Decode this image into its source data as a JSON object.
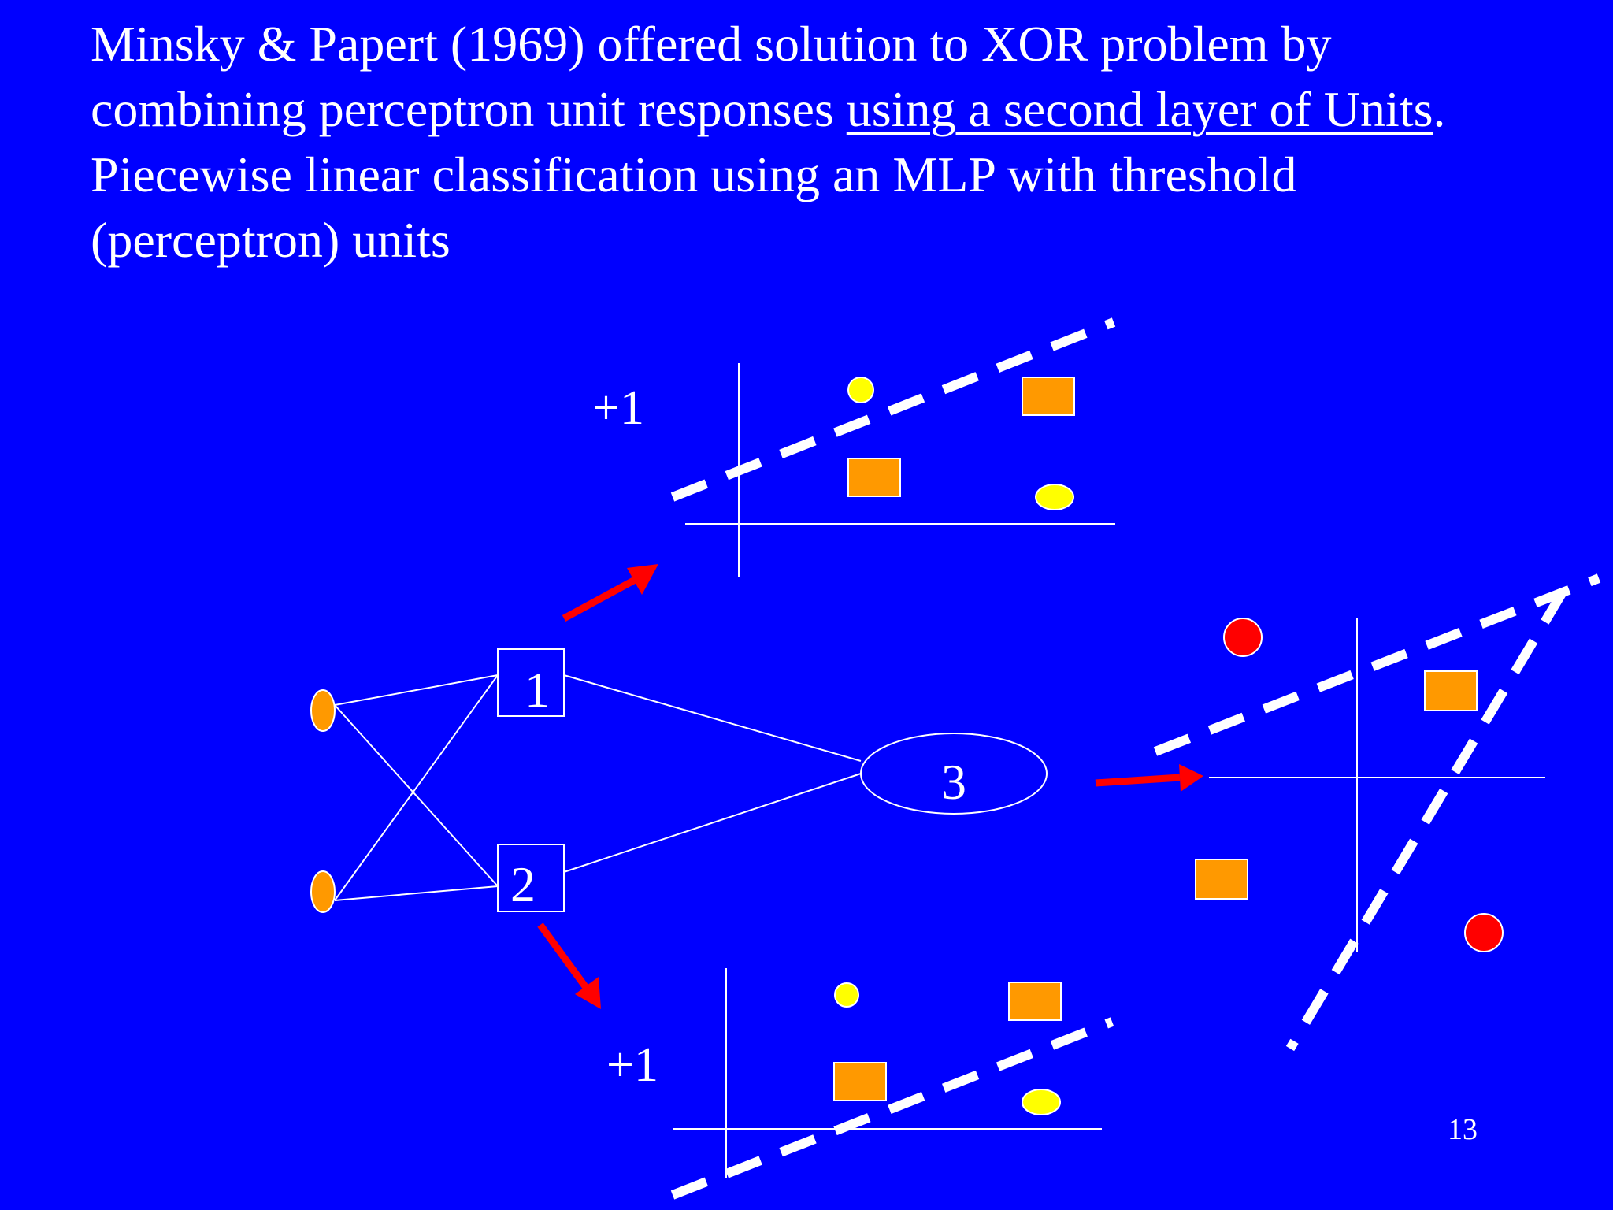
{
  "title": {
    "part1": "Minsky & Papert (1969) offered solution to XOR problem by combining perceptron unit responses ",
    "underlined": "using a second layer of Units",
    "part2": ".   Piecewise linear classification using an MLP with threshold (perceptron) units"
  },
  "network": {
    "unit1_label": "1",
    "unit2_label": "2",
    "unit3_label": "3"
  },
  "plot_top": {
    "bias_label": "+1"
  },
  "plot_bottom": {
    "bias_label": "+1"
  },
  "colors": {
    "background": "#0000FF",
    "class_a_square": "#FF9900",
    "class_b_small": "#FFFF00",
    "class_b_combined": "#FF0000",
    "arrow": "#FF0000",
    "input_node": "#FF9900"
  },
  "page_number": "13"
}
